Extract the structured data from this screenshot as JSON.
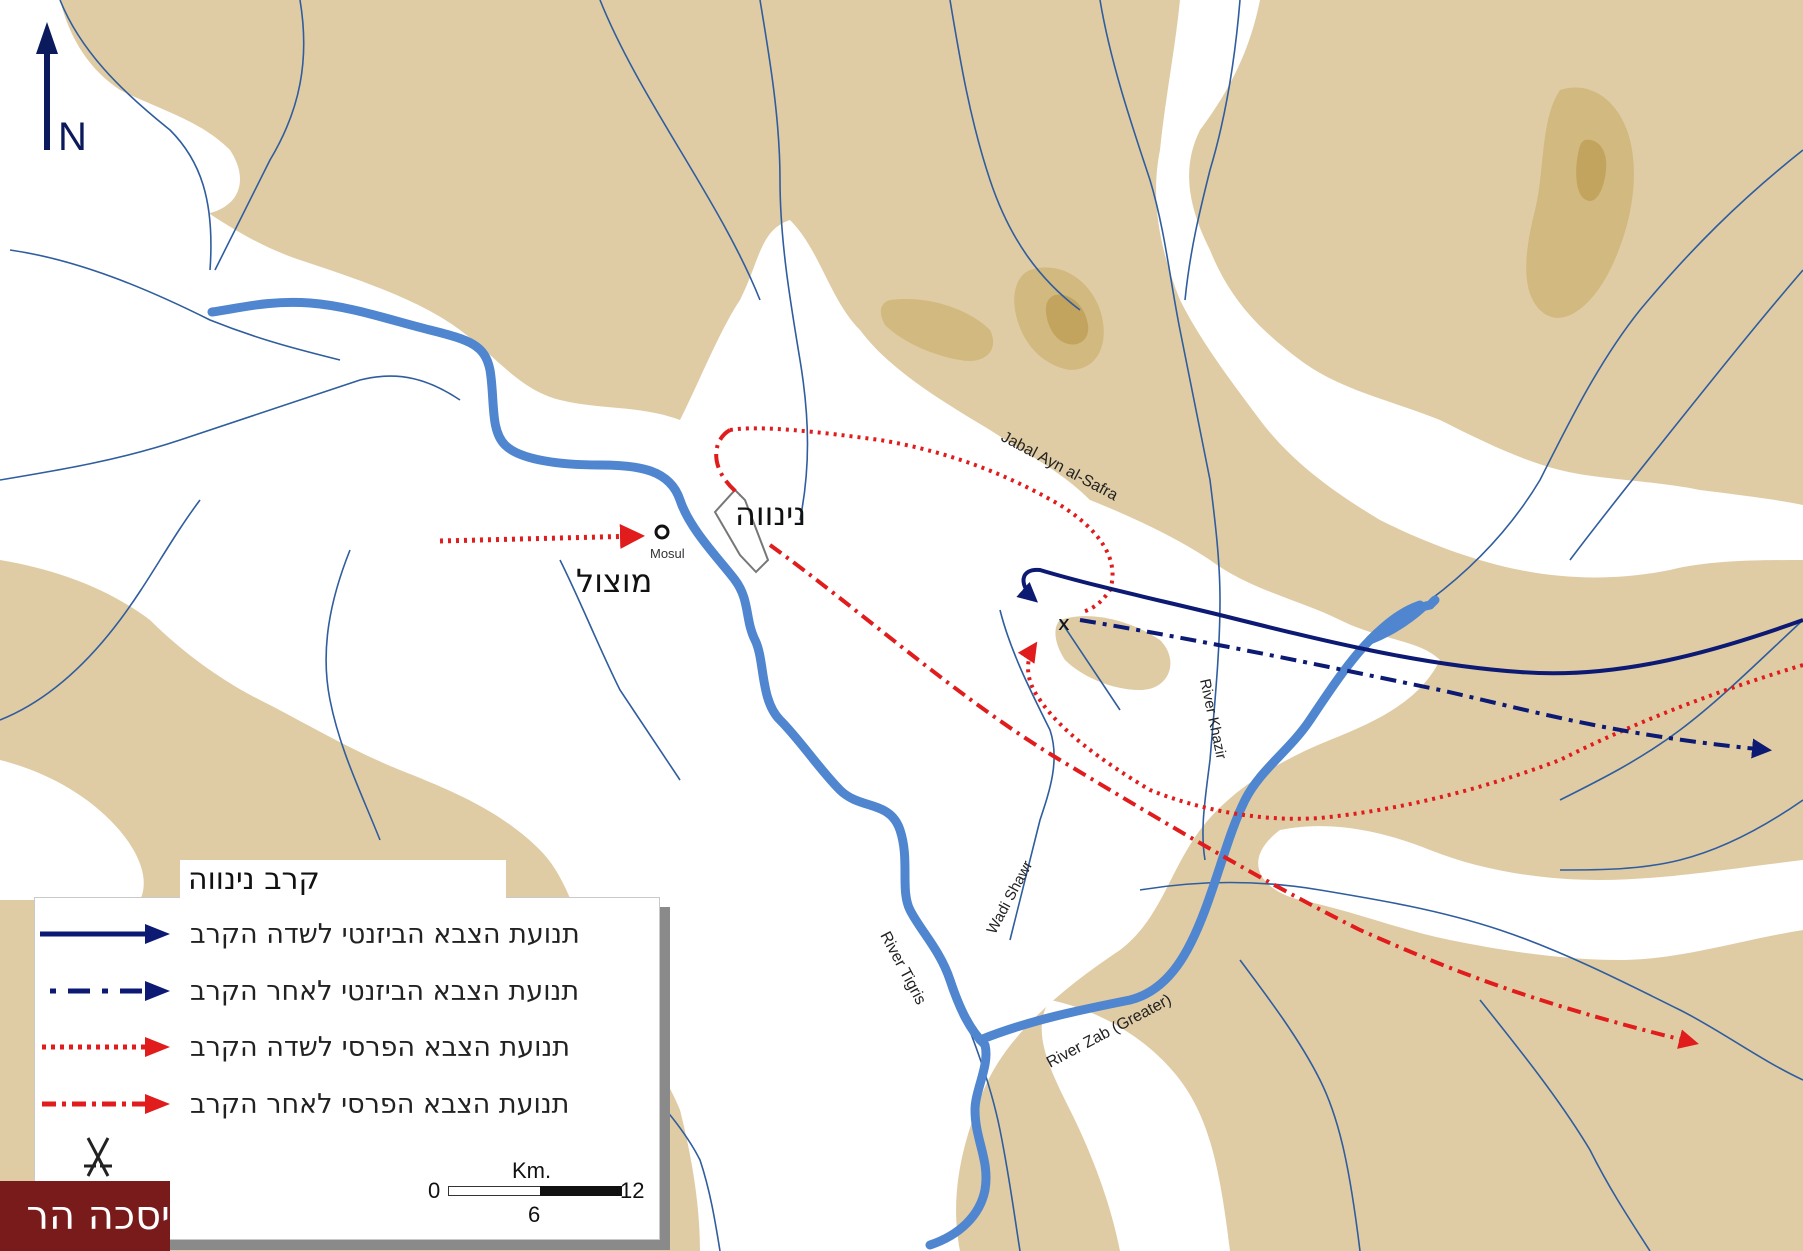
{
  "map": {
    "north_label": "N",
    "place_labels": {
      "nineveh": "נינווה",
      "mosul_hebrew": "מוצול",
      "mosul_small": "Mosul",
      "jabal": "Jabal Ayn al-Safra",
      "river_khazir": "River Khazir",
      "wadi_shawr": "Wadi Shawr",
      "river_tigris": "River Tigris",
      "river_zab": "River Zab (Greater)"
    },
    "colors": {
      "land": "#e0cca4",
      "highland": "#d2b97f",
      "peak": "#c2a45e",
      "lowland": "#ffffff",
      "river_main": "#4f86cf",
      "stream": "#2f5d9e",
      "byzantine": "#0d1a73",
      "persian": "#e01c1c"
    },
    "battle_marker": "x"
  },
  "legend": {
    "title": "קרב נינווה",
    "rows": [
      {
        "label": "תנועת הצבא הביזנטי לשדה הקרב",
        "style": "byzantine-solid"
      },
      {
        "label": "תנועת הצבא הביזנטי לאחר הקרב",
        "style": "byzantine-dashdot"
      },
      {
        "label": "תנועת הצבא הפרסי לשדה הקרב",
        "style": "persian-dotted"
      },
      {
        "label": "תנועת הצבא הפרסי לאחר הקרב",
        "style": "persian-dashdot"
      },
      {
        "label": "",
        "style": "battle-icon"
      }
    ],
    "scale": {
      "unit": "Km.",
      "min": "0",
      "mid": "6",
      "max": "12"
    }
  },
  "credit": "יסכה הר"
}
